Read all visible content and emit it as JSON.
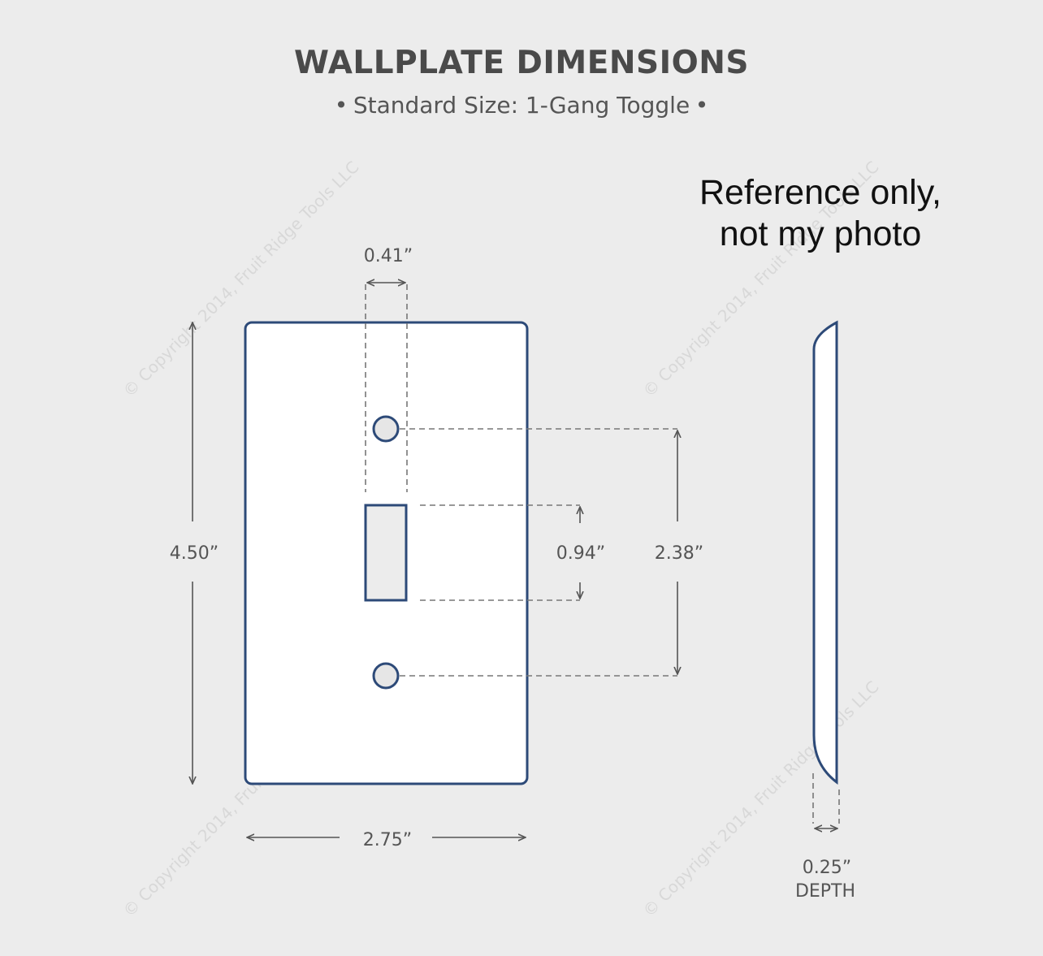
{
  "header": {
    "title": "WALLPLATE DIMENSIONS",
    "bullet": "•",
    "subtitle": "Standard Size: 1-Gang Toggle"
  },
  "note": {
    "line1": "Reference only,",
    "line2": "not my photo"
  },
  "dimensions": {
    "height": "4.50”",
    "width": "2.75”",
    "toggle_opening_width": "0.41”",
    "toggle_opening_height": "0.94”",
    "screw_spacing": "2.38”",
    "depth_value": "0.25”",
    "depth_label": "DEPTH"
  },
  "watermark": {
    "text": "© Copyright 2014, Fruit Ridge Tools LLC"
  },
  "colors": {
    "plate_outline": "#2d4a78",
    "background": "#ececec"
  }
}
